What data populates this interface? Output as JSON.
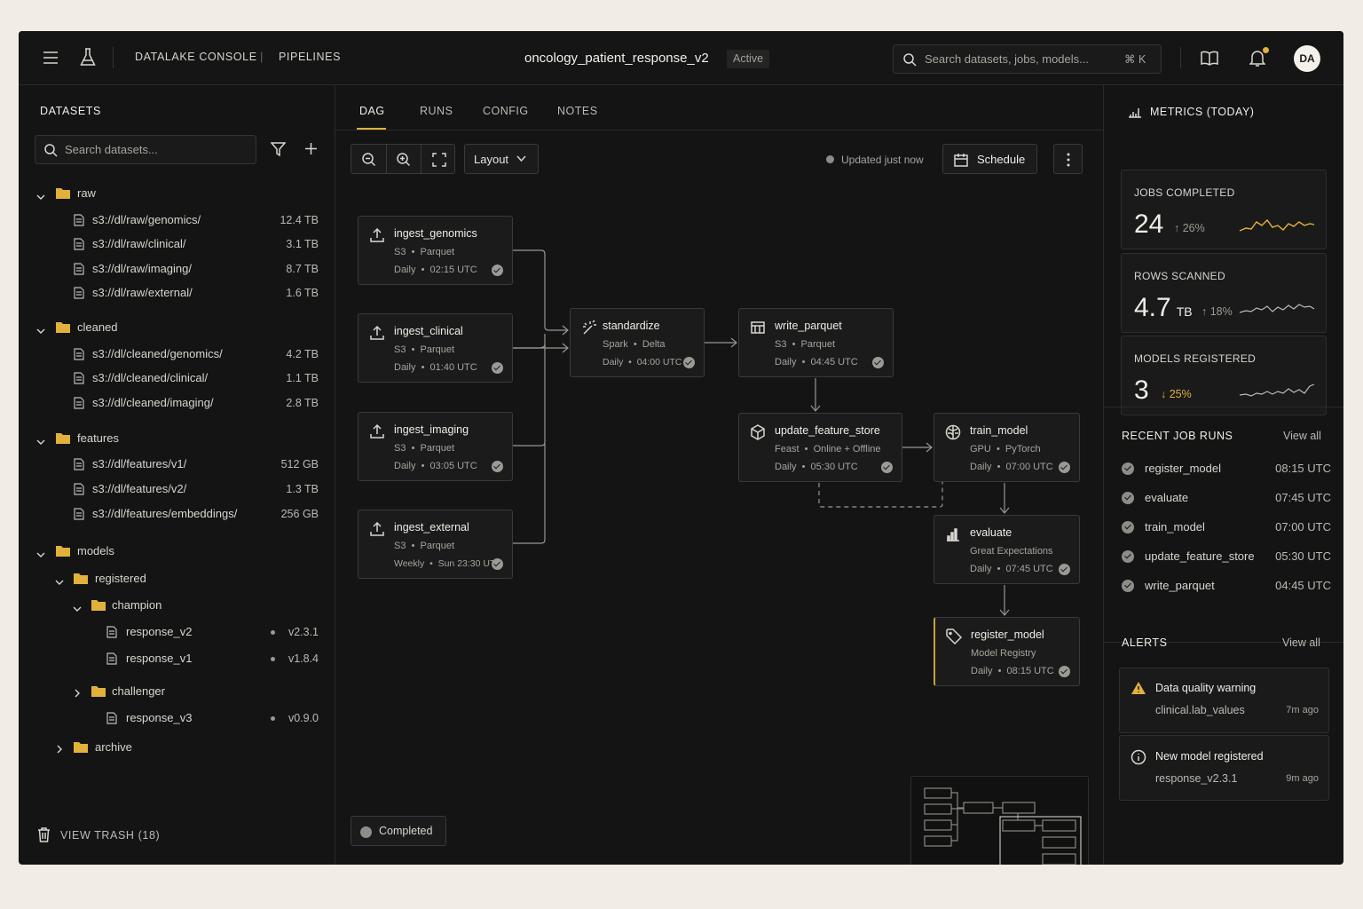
{
  "topbar": {
    "brand": "DATALAKE CONSOLE",
    "section": "PIPELINES",
    "pipeline_name": "oncology_patient_response_v2",
    "status": "Active",
    "search_placeholder": "Search datasets, jobs, models...",
    "shortcut": "⌘ K",
    "avatar": "DA"
  },
  "sidebar": {
    "title": "DATASETS",
    "search_placeholder": "Search datasets...",
    "groups": [
      {
        "name": "raw",
        "items": [
          {
            "path": "s3://dl/raw/genomics/",
            "size": "12.4 TB"
          },
          {
            "path": "s3://dl/raw/clinical/",
            "size": "3.1 TB"
          },
          {
            "path": "s3://dl/raw/imaging/",
            "size": "8.7 TB"
          },
          {
            "path": "s3://dl/raw/external/",
            "size": "1.6 TB"
          }
        ]
      },
      {
        "name": "cleaned",
        "items": [
          {
            "path": "s3://dl/cleaned/genomics/",
            "size": "4.2 TB"
          },
          {
            "path": "s3://dl/cleaned/clinical/",
            "size": "1.1 TB"
          },
          {
            "path": "s3://dl/cleaned/imaging/",
            "size": "2.8 TB"
          }
        ]
      },
      {
        "name": "features",
        "items": [
          {
            "path": "s3://dl/features/v1/",
            "size": "512 GB"
          },
          {
            "path": "s3://dl/features/v2/",
            "size": "1.3 TB"
          },
          {
            "path": "s3://dl/features/embeddings/",
            "size": "256 GB"
          }
        ]
      }
    ],
    "models": {
      "name": "models",
      "registered": "registered",
      "champion": "champion",
      "champion_items": [
        {
          "name": "response_v2",
          "version": "v2.3.1"
        },
        {
          "name": "response_v1",
          "version": "v1.8.4"
        }
      ],
      "challenger": "challenger",
      "challenger_items": [
        {
          "name": "response_v3",
          "version": "v0.9.0"
        }
      ],
      "archive": "archive"
    },
    "trash": "VIEW TRASH (18)"
  },
  "main": {
    "tabs": [
      "DAG",
      "RUNS",
      "CONFIG",
      "NOTES"
    ],
    "active_tab": "DAG",
    "layout_label": "Layout",
    "updated": "Updated just now",
    "schedule_label": "Schedule",
    "completed_label": "Completed",
    "nodes": {
      "ingest_genomics": {
        "title": "ingest_genomics",
        "a": "S3",
        "b": "Parquet",
        "freq": "Daily",
        "time": "02:15 UTC"
      },
      "ingest_clinical": {
        "title": "ingest_clinical",
        "a": "S3",
        "b": "Parquet",
        "freq": "Daily",
        "time": "01:40 UTC"
      },
      "ingest_imaging": {
        "title": "ingest_imaging",
        "a": "S3",
        "b": "Parquet",
        "freq": "Daily",
        "time": "03:05 UTC"
      },
      "ingest_external": {
        "title": "ingest_external",
        "a": "S3",
        "b": "Parquet",
        "freq": "Weekly",
        "time": "Sun 23:30 UTC"
      },
      "standardize": {
        "title": "standardize",
        "a": "Spark",
        "b": "Delta",
        "freq": "Daily",
        "time": "04:00 UTC"
      },
      "write_parquet": {
        "title": "write_parquet",
        "a": "S3",
        "b": "Parquet",
        "freq": "Daily",
        "time": "04:45 UTC"
      },
      "update_feature_store": {
        "title": "update_feature_store",
        "a": "Feast",
        "b": "Online + Offline",
        "freq": "Daily",
        "time": "05:30 UTC"
      },
      "train_model": {
        "title": "train_model",
        "a": "GPU",
        "b": "PyTorch",
        "freq": "Daily",
        "time": "07:00 UTC"
      },
      "evaluate": {
        "title": "evaluate",
        "a": "Great Expectations",
        "b": "",
        "freq": "Daily",
        "time": "07:45 UTC"
      },
      "register_model": {
        "title": "register_model",
        "a": "Model Registry",
        "b": "",
        "freq": "Daily",
        "time": "08:15 UTC"
      }
    }
  },
  "right": {
    "metrics_title": "METRICS (TODAY)",
    "metrics": [
      {
        "label": "JOBS COMPLETED",
        "value": "24",
        "unit": "",
        "change": "↑ 26%",
        "direction": "up"
      },
      {
        "label": "ROWS SCANNED",
        "value": "4.7",
        "unit": "TB",
        "change": "↑ 18%",
        "direction": "up"
      },
      {
        "label": "MODELS REGISTERED",
        "value": "3",
        "unit": "",
        "change": "↓ 25%",
        "direction": "down"
      }
    ],
    "runs_title": "RECENT JOB RUNS",
    "view_all": "View all",
    "runs": [
      {
        "name": "register_model",
        "time": "08:15 UTC"
      },
      {
        "name": "evaluate",
        "time": "07:45 UTC"
      },
      {
        "name": "train_model",
        "time": "07:00 UTC"
      },
      {
        "name": "update_feature_store",
        "time": "05:30 UTC"
      },
      {
        "name": "write_parquet",
        "time": "04:45 UTC"
      }
    ],
    "alerts_title": "ALERTS",
    "alerts": [
      {
        "title": "Data quality warning",
        "detail": "clinical.lab_values",
        "age": "7m ago",
        "icon": "warning-icon"
      },
      {
        "title": "New model registered",
        "detail": "response_v2.3.1",
        "age": "9m ago",
        "icon": "info-icon"
      }
    ]
  },
  "colors": {
    "accent": "#e2b13c",
    "background": "#141414",
    "page": "#f1ece4",
    "up": "#b7b4ad",
    "down": "#e2b13c"
  }
}
